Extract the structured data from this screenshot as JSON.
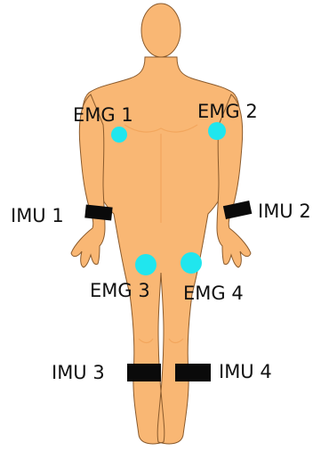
{
  "colors": {
    "skin": "#f9b774",
    "skin_shade": "#f2a65d",
    "outline": "#8a5a2c",
    "emg_sensor": "#20e6ee",
    "imu_band": "#0a0a0a",
    "text": "#111111"
  },
  "sensors": {
    "emg": [
      {
        "id": "emg1",
        "label": "EMG 1"
      },
      {
        "id": "emg2",
        "label": "EMG 2"
      },
      {
        "id": "emg3",
        "label": "EMG 3"
      },
      {
        "id": "emg4",
        "label": "EMG 4"
      }
    ],
    "imu": [
      {
        "id": "imu1",
        "label": "IMU 1"
      },
      {
        "id": "imu2",
        "label": "IMU 2"
      },
      {
        "id": "imu3",
        "label": "IMU 3"
      },
      {
        "id": "imu4",
        "label": "IMU 4"
      }
    ]
  }
}
